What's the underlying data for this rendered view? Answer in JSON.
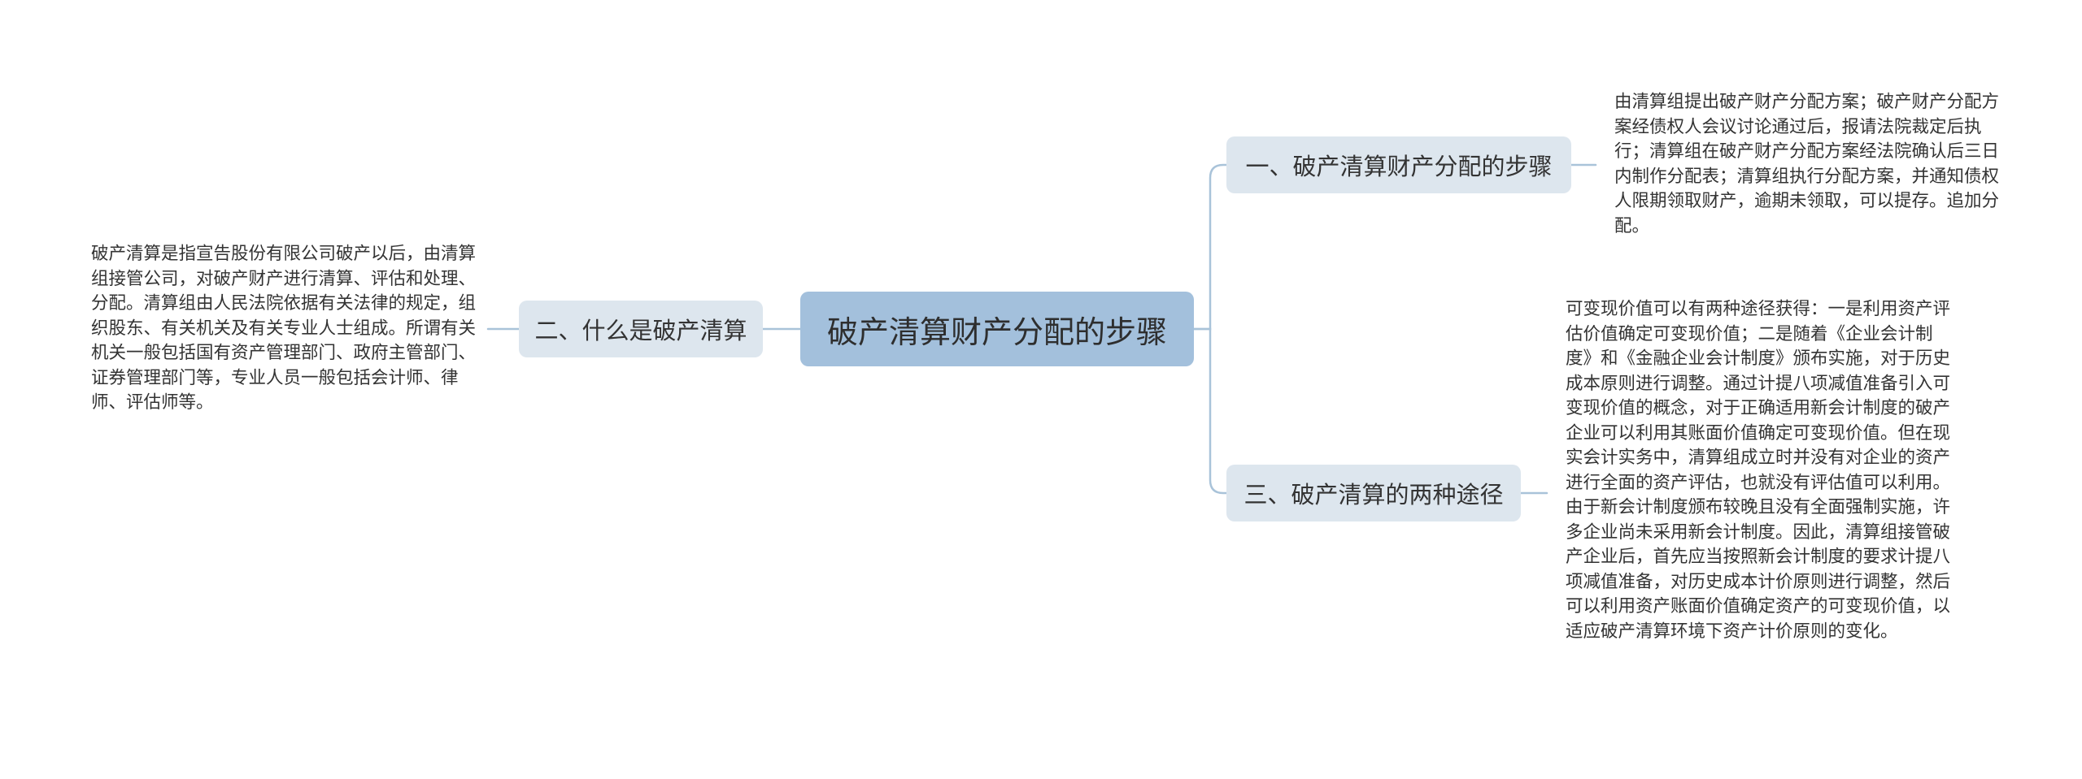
{
  "root": {
    "label": "破产清算财产分配的步骤"
  },
  "branches": [
    {
      "label": "一、破产清算财产分配的步骤",
      "detail": "由清算组提出破产财产分配方案；破产财产分配方案经债权人会议讨论通过后，报请法院裁定后执行；清算组在破产财产分配方案经法院确认后三日内制作分配表；清算组执行分配方案，并通知债权人限期领取财产，逾期未领取，可以提存。追加分配。"
    },
    {
      "label": "二、什么是破产清算",
      "detail": "破产清算是指宣告股份有限公司破产以后，由清算组接管公司，对破产财产进行清算、评估和处理、分配。清算组由人民法院依据有关法律的规定，组织股东、有关机关及有关专业人士组成。所谓有关机关一般包括国有资产管理部门、政府主管部门、证券管理部门等，专业人员一般包括会计师、律师、评估师等。"
    },
    {
      "label": "三、破产清算的两种途径",
      "detail": "可变现价值可以有两种途径获得：一是利用资产评估价值确定可变现价值；二是随着《企业会计制度》和《金融企业会计制度》颁布实施，对于历史成本原则进行调整。通过计提八项减值准备引入可变现价值的概念，对于正确适用新会计制度的破产企业可以利用其账面价值确定可变现价值。但在现实会计实务中，清算组成立时并没有对企业的资产进行全面的资产评估，也就没有评估值可以利用。由于新会计制度颁布较晚且没有全面强制实施，许多企业尚未采用新会计制度。因此，清算组接管破产企业后，首先应当按照新会计制度的要求计提八项减值准备，对历史成本计价原则进行调整，然后可以利用资产账面价值确定资产的可变现价值，以适应破产清算环境下资产计价原则的变化。"
    }
  ],
  "colors": {
    "root_fill": "#a3c0dc",
    "branch_fill": "#dde6ee",
    "connector": "#a9c3d9"
  }
}
